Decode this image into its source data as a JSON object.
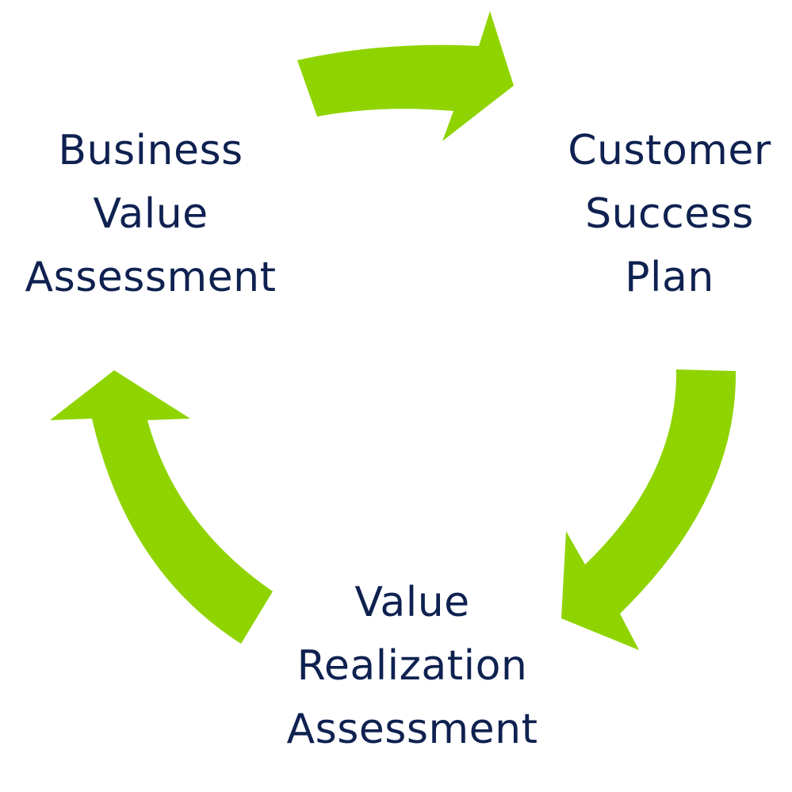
{
  "diagram": {
    "type": "cycle",
    "colors": {
      "arrow": "#8fd400",
      "text": "#0f2150",
      "background": "#ffffff"
    },
    "nodes": [
      {
        "id": "business",
        "lines": [
          "Business",
          "Value",
          "Assessment"
        ]
      },
      {
        "id": "customer",
        "lines": [
          "Customer",
          "Success",
          "Plan"
        ]
      },
      {
        "id": "realization",
        "lines": [
          "Value",
          "Realization",
          "Assessment"
        ]
      }
    ],
    "edges": [
      {
        "from": "business",
        "to": "customer"
      },
      {
        "from": "customer",
        "to": "realization"
      },
      {
        "from": "realization",
        "to": "business"
      }
    ]
  }
}
